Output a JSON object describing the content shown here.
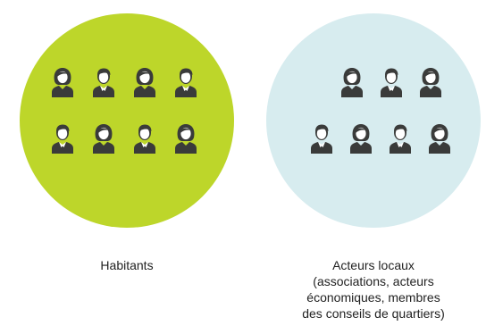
{
  "colors": {
    "habitants_circle": "#bdd62a",
    "acteurs_circle": "#d7ecef",
    "person_icon": "#3a3b3a"
  },
  "groups": [
    {
      "label_lines": [
        "Habitants"
      ],
      "icons": [
        "woman-icon",
        "man-icon",
        "woman-icon",
        "man-icon",
        "man-icon",
        "woman-icon",
        "man-icon",
        "woman-icon"
      ]
    },
    {
      "label_lines": [
        "Acteurs locaux",
        "(associations, acteurs",
        "économiques, membres",
        "des conseils de quartiers)"
      ],
      "icons": [
        "woman-icon",
        "man-icon",
        "woman-icon",
        "man-icon",
        "woman-icon",
        "man-icon",
        "woman-icon"
      ]
    }
  ]
}
